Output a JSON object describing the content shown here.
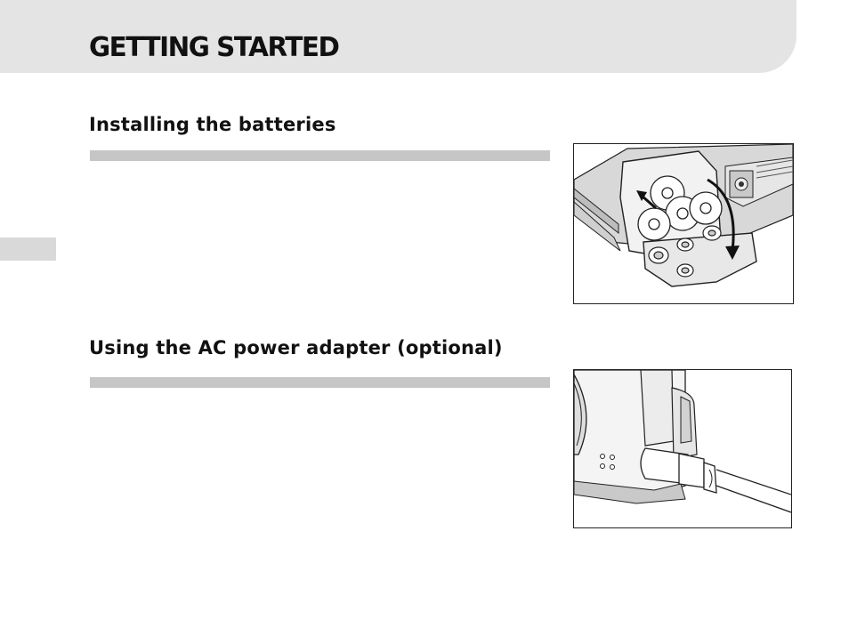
{
  "header": {
    "title": "GETTING STARTED"
  },
  "sections": [
    {
      "heading": "Installing the batteries"
    },
    {
      "heading": "Using the AC power adapter (optional)"
    }
  ],
  "colors": {
    "header_band": "#e4e4e4",
    "rule": "#c6c6c6",
    "side_tab": "#d9d9d9"
  }
}
